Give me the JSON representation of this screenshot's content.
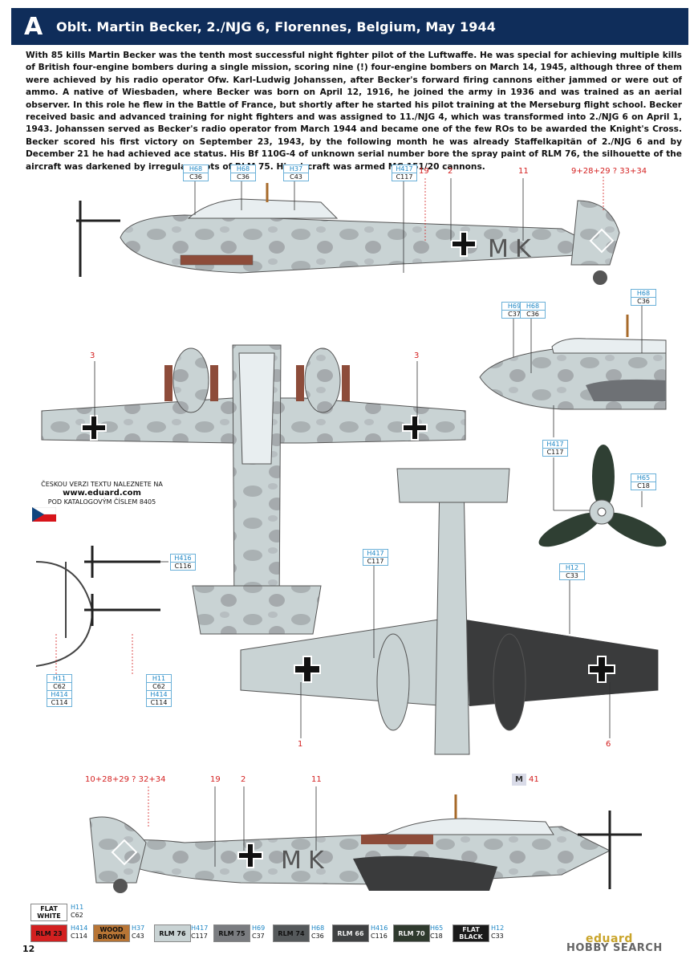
{
  "header": {
    "letter": "A",
    "title": "Oblt. Martin Becker, 2./NJG 6, Florennes, Belgium, May 1944"
  },
  "description": "With 85 kills Martin Becker was the tenth most successful night fighter pilot of the Luftwaffe. He was special for achieving multiple kills of British four-engine bombers during a single mission, scoring nine (!) four-engine bombers on March 14, 1945, although three of them were achieved by his radio operator Ofw. Karl-Ludwig Johanssen, after Becker's forward firing cannons either jammed or were out of ammo. A native of Wiesbaden, where Becker was born on April 12, 1916, he joined the army in 1936 and was trained as an aerial observer. In this role he flew in the Battle of France, but shortly after he started his pilot training at the Merseburg flight school. Becker received basic and advanced training for night fighters and was assigned to 11./NJG 4, which was transformed into 2./NJG 6 on April 1, 1943. Johanssen served as Becker's radio operator from March 1944 and became one of the few ROs to be awarded the Knight's Cross. Becker scored his first victory on September 23, 1943, by the following month he was already Staffelkapitän of 2./NJG 6 and by December 21 he had achieved ace status. His Bf 110G-4 of unknown serial number bore the spray paint of RLM 76, the silhouette of the aircraft was darkened by irregular spots of RLM 75. His aircraft was armed MG 151/20 cannons.",
  "codes": {
    "top_h68_c36": {
      "h": "H68",
      "c": "C36"
    },
    "top_h68_c36_b": {
      "h": "H68",
      "c": "C36"
    },
    "top_h37_c43": {
      "h": "H37",
      "c": "C43"
    },
    "top_h417_c117": {
      "h": "H417",
      "c": "C117"
    },
    "detail_h69_c37": {
      "h": "H69",
      "c": "C37"
    },
    "detail_h68_c36": {
      "h": "H68",
      "c": "C36"
    },
    "detail_h68_c36_top": {
      "h": "H68",
      "c": "C36"
    },
    "prop_h417_c117": {
      "h": "H417",
      "c": "C117"
    },
    "prop_h65_c18": {
      "h": "H65",
      "c": "C18"
    },
    "bottom_h417_c117": {
      "h": "H417",
      "c": "C117"
    },
    "bottom_h12_c33": {
      "h": "H12",
      "c": "C33"
    },
    "antenna_h416_c116": {
      "h": "H416",
      "c": "C116"
    },
    "ant_left_h11_c62": {
      "h": "H11",
      "c": "C62"
    },
    "ant_left_h414_c114": {
      "h": "H414",
      "c": "C114"
    },
    "ant_right_h11_c62": {
      "h": "H11",
      "c": "C62"
    },
    "ant_right_h414_c114": {
      "h": "H414",
      "c": "C114"
    }
  },
  "callouts": {
    "top_19": "19",
    "top_2": "2",
    "top_11": "11",
    "top_stencil": "9+28+29 ? 33+34",
    "wing_left_3": "3",
    "wing_right_3": "3",
    "under_1": "1",
    "under_6": "6",
    "bottom_stencil": "10+28+29 ? 32+34",
    "bottom_19": "19",
    "bottom_2": "2",
    "bottom_11": "11"
  },
  "fuselage_codes": {
    "top": "MK",
    "bottom": "MK"
  },
  "m41": {
    "m": "M",
    "n": "41"
  },
  "czech_note": {
    "line1": "ČESKOU VERZI TEXTU NALEZNETE NA",
    "site": "www.eduard.com",
    "line2": "POD KATALOGOVÝM ČÍSLEM 8405"
  },
  "legend": [
    {
      "name": "FLAT WHITE",
      "h": "H11",
      "c": "C62",
      "color": "#ffffff",
      "text": "#111"
    },
    {
      "name": "RLM 23",
      "h": "H414",
      "c": "C114",
      "color": "#d32020",
      "text": "#111"
    },
    {
      "name": "WOOD BROWN",
      "h": "H37",
      "c": "C43",
      "color": "#b87535",
      "text": "#111"
    },
    {
      "name": "RLM 76",
      "h": "H417",
      "c": "C117",
      "color": "#c9d3d4",
      "text": "#111"
    },
    {
      "name": "RLM 75",
      "h": "H69",
      "c": "C37",
      "color": "#7a7c80",
      "text": "#111"
    },
    {
      "name": "RLM 74",
      "h": "H68",
      "c": "C36",
      "color": "#55595b",
      "text": "#111"
    },
    {
      "name": "RLM 66",
      "h": "H416",
      "c": "C116",
      "color": "#3f4142",
      "text": "#eee"
    },
    {
      "name": "RLM 70",
      "h": "H65",
      "c": "C18",
      "color": "#2f3a2e",
      "text": "#eee"
    },
    {
      "name": "FLAT BLACK",
      "h": "H12",
      "c": "C33",
      "color": "#1a1a1a",
      "text": "#eee"
    }
  ],
  "page_number": "12",
  "brand": {
    "eduard": "eduard",
    "hobby": "HOBBY SEARCH"
  },
  "colors": {
    "header_bg": "#0f2d5a",
    "rlm76": "#c9d3d4",
    "rlm75": "#8d9093",
    "rlm66_underside": "#3a3b3c",
    "prop": "#2f3f33",
    "callout_red": "#d42020",
    "code_blue": "#1d86c5"
  }
}
